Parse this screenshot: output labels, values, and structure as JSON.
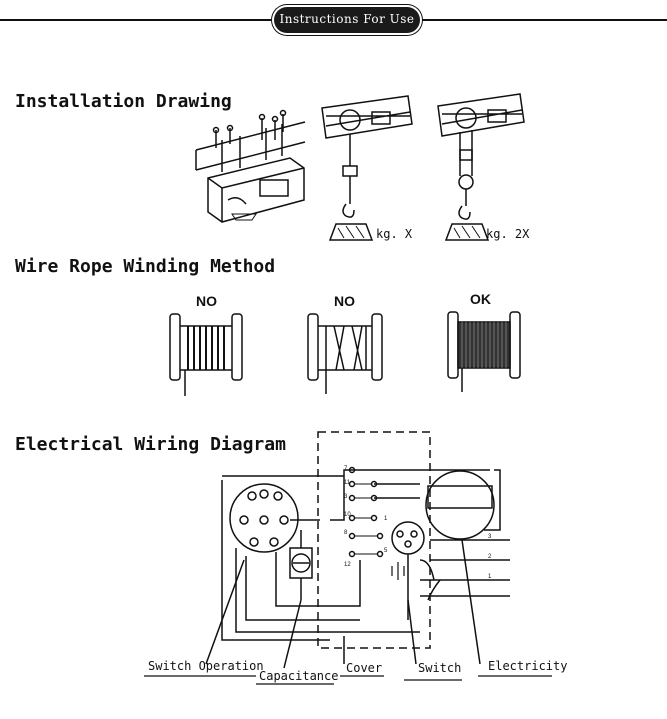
{
  "header": {
    "title": "Instructions For Use"
  },
  "sections": {
    "installation": {
      "title": "Installation Drawing",
      "load_x": "kg. X",
      "load_2x": "kg. 2X"
    },
    "winding": {
      "title": "Wire Rope Winding Method",
      "drum_labels": [
        "NO",
        "NO",
        "OK"
      ]
    },
    "wiring": {
      "title": "Electrical Wiring Diagram",
      "labels": {
        "switch_operation": "Switch Operation",
        "capacitance": "Capacitance",
        "cover": "Cover",
        "switch": "Switch",
        "electricity": "Electricity"
      },
      "terminal_numbers": [
        "7",
        "11",
        "3",
        "10",
        "8",
        "12",
        "5",
        "1"
      ],
      "line_numbers": [
        "3",
        "2",
        "1"
      ]
    }
  }
}
